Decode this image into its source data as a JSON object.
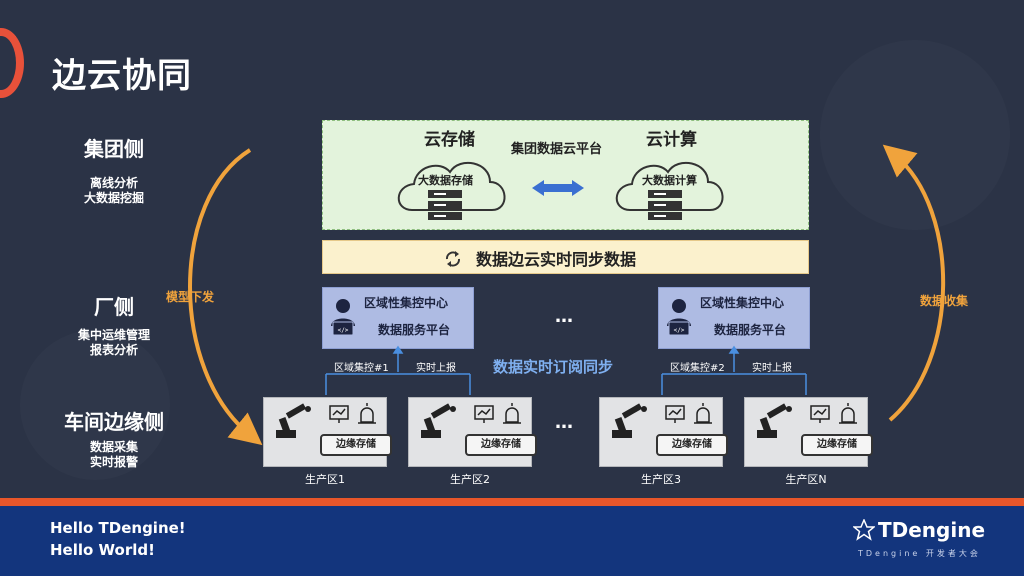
{
  "title": "边云协同",
  "sides": {
    "group": {
      "title": "集团侧",
      "lines": [
        "离线分析",
        "大数据挖掘"
      ]
    },
    "factory": {
      "title": "厂侧",
      "lines": [
        "集中运维管理",
        "报表分析"
      ]
    },
    "workshop": {
      "title": "车间边缘侧",
      "lines": [
        "数据采集",
        "实时报警"
      ]
    }
  },
  "arrows": {
    "left": "模型下发",
    "right": "数据收集"
  },
  "cloud_platform": {
    "name": "集团数据云平台",
    "storage": {
      "title": "云存储",
      "cloud_text": "大数据存储"
    },
    "compute": {
      "title": "云计算",
      "cloud_text": "大数据计算"
    }
  },
  "sync_bar": "数据边云实时同步数据",
  "region_center": {
    "line1": "区域性集控中心",
    "line2": "数据服务平台"
  },
  "regions": [
    {
      "control": "区域集控#1",
      "report": "实时上报"
    },
    {
      "control": "区域集控#2",
      "report": "实时上报"
    }
  ],
  "subscription": "数据实时订阅同步",
  "ellipsis": "…",
  "edge_storage": "边缘存储",
  "production_zones": [
    "生产区1",
    "生产区2",
    "生产区3",
    "生产区N"
  ],
  "footer": {
    "line1": "Hello TDengine!",
    "line2": "Hello World!",
    "brand": "TDengine",
    "brand_sub": "TDengine 开发者大会"
  },
  "colors": {
    "accent_orange": "#f0a33c",
    "footer_blue": "#13357d",
    "footer_stripe": "#e8562a"
  }
}
